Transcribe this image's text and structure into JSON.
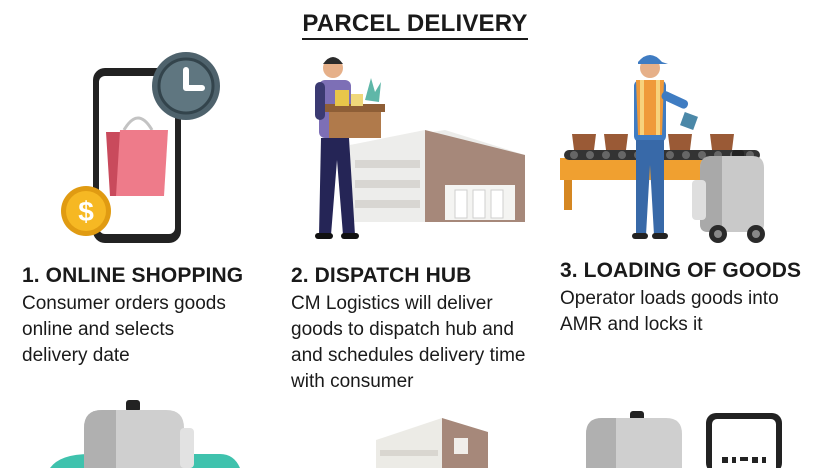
{
  "title": "PARCEL DELIVERY",
  "steps": [
    {
      "number": "1.",
      "title": "ONLINE SHOPPING",
      "description": "Consumer orders goods\nonline and selects\ndelivery date",
      "icon": "phone-shopping-icon"
    },
    {
      "number": "2.",
      "title": "DISPATCH HUB",
      "description": "CM Logistics will deliver\ngoods to dispatch hub and\nand schedules delivery time\nwith consumer",
      "icon": "dispatch-hub-icon"
    },
    {
      "number": "3.",
      "title": "LOADING OF GOODS",
      "description": "Operator loads goods into\nAMR and locks it",
      "icon": "loading-amr-icon"
    }
  ],
  "colors": {
    "text": "#1a1a1a",
    "clock": "#5a6e78",
    "bag": "#e8707f",
    "coin": "#f2b01e",
    "building": "#a6887a",
    "shelf": "#f0a030",
    "robot": "#c9c9c9",
    "vest": "#ef9a3a",
    "uniform": "#3f7cc2"
  }
}
